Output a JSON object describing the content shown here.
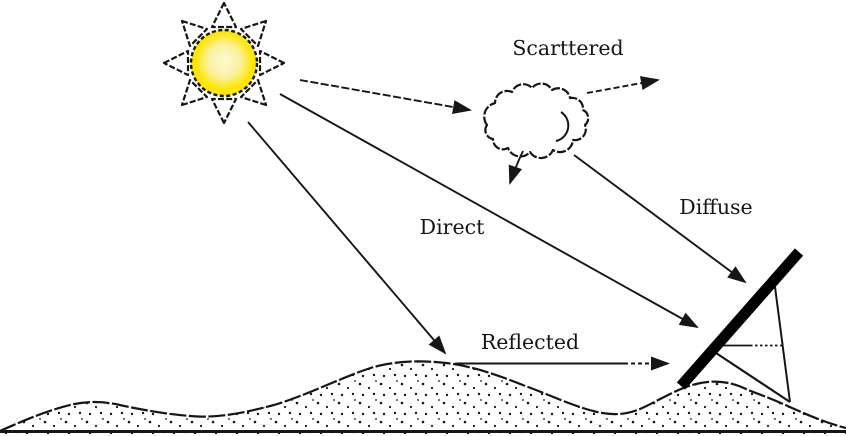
{
  "figure": {
    "labels": {
      "scattered": "Scarttered",
      "direct": "Direct",
      "diffuse": "Diffuse",
      "reflected": "Reflected"
    },
    "colors": {
      "background": "#ffffff",
      "ink": "#161616",
      "panel_black": "#000000",
      "sun_center": "#fdfad0",
      "sun_mid": "#faf1a0",
      "sun_edge": "#ffe606"
    },
    "icons": {
      "sun": "sun-icon",
      "cloud": "cloud-icon",
      "solar_panel": "solar-panel-icon",
      "ground": "ground-terrain-icon",
      "arrow": "arrowhead-icon"
    }
  }
}
